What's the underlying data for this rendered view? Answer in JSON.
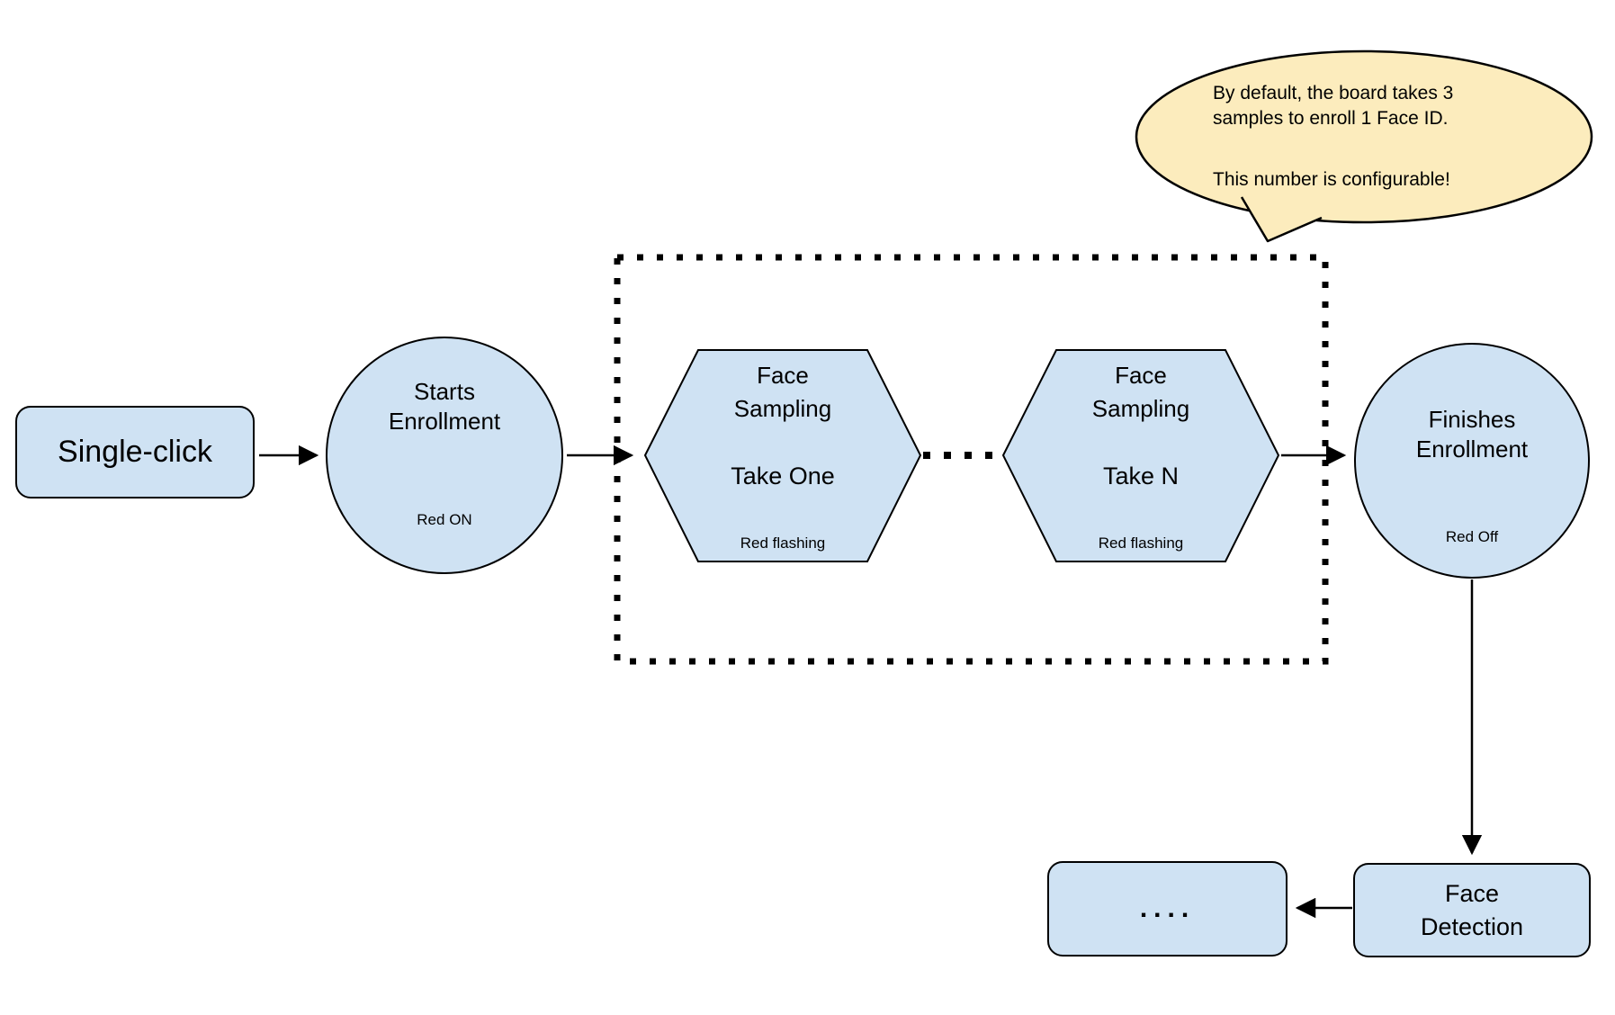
{
  "colors": {
    "node_fill": "#CFE2F3",
    "callout_fill": "#FCECBD",
    "stroke": "#000000",
    "background": "#FFFFFF"
  },
  "nodes": {
    "single_click": {
      "label": "Single-click"
    },
    "starts_enrollment": {
      "label": "Starts\nEnrollment",
      "status": "Red ON"
    },
    "face_sampling_first": {
      "title": "Face\nSampling",
      "take": "Take One",
      "status": "Red flashing"
    },
    "face_sampling_last": {
      "title": "Face\nSampling",
      "take": "Take N",
      "status": "Red flashing"
    },
    "finishes_enrollment": {
      "label": "Finishes\nEnrollment",
      "status": "Red Off"
    },
    "face_detection": {
      "label": "Face\nDetection"
    },
    "continuation": {
      "label": "...."
    }
  },
  "callout": {
    "para1": "By default, the board takes 3\nsamples to enroll 1 Face ID.",
    "para2": "This number is configurable!"
  }
}
